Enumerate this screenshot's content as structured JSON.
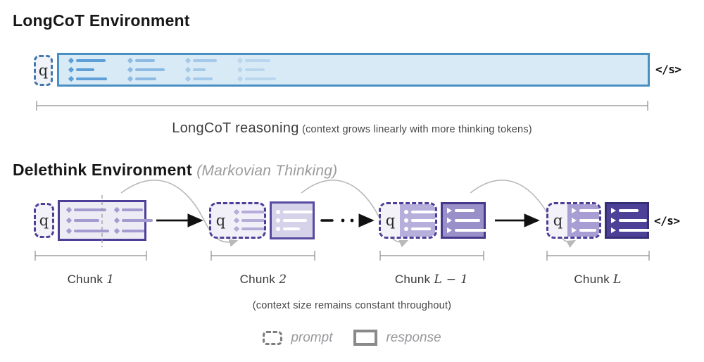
{
  "longcot": {
    "title": "LongCoT Environment",
    "prompt_label": "q",
    "eos_token": "</s>",
    "caption_main": "LongCoT reasoning",
    "caption_note": "(context grows linearly with more thinking tokens)"
  },
  "delethink": {
    "title": "Delethink Environment",
    "subtitle": "(Markovian Thinking)",
    "prompt_label": "q",
    "eos_token": "</s>",
    "chunks": [
      {
        "label_prefix": "Chunk",
        "label_math": "1"
      },
      {
        "label_prefix": "Chunk",
        "label_math": "2"
      },
      {
        "label_prefix": "Chunk",
        "label_math": "L − 1"
      },
      {
        "label_prefix": "Chunk",
        "label_math": "L"
      }
    ],
    "caption": "(context size remains constant throughout)",
    "continuation_dots": "· · ·"
  },
  "legend": {
    "prompt": "prompt",
    "response": "response"
  },
  "colors": {
    "blue_border": "#4a8fc2",
    "blue_fill": "#d9eaf7",
    "blue_line": "#5f9fd8",
    "blue_dash": "#4576ac",
    "purple_border": "#4b3f98",
    "chunk1_fill": "#edecf5",
    "faded_purple_line": "#a49bd0",
    "chunk2_carry_fill": "#f1eff8",
    "chunk2_carry_line": "#b5acd8",
    "chunk2_response_fill": "#d6d2e9",
    "mid_carry_fill": "#b6aedb",
    "late_carry_fill": "#a89ed3",
    "response_mid_fill": "#9a90c9",
    "response_dark_fill": "#4c4197",
    "ruler_gray": "#8c8c8c",
    "arrow_gray": "#b9b9b9"
  }
}
